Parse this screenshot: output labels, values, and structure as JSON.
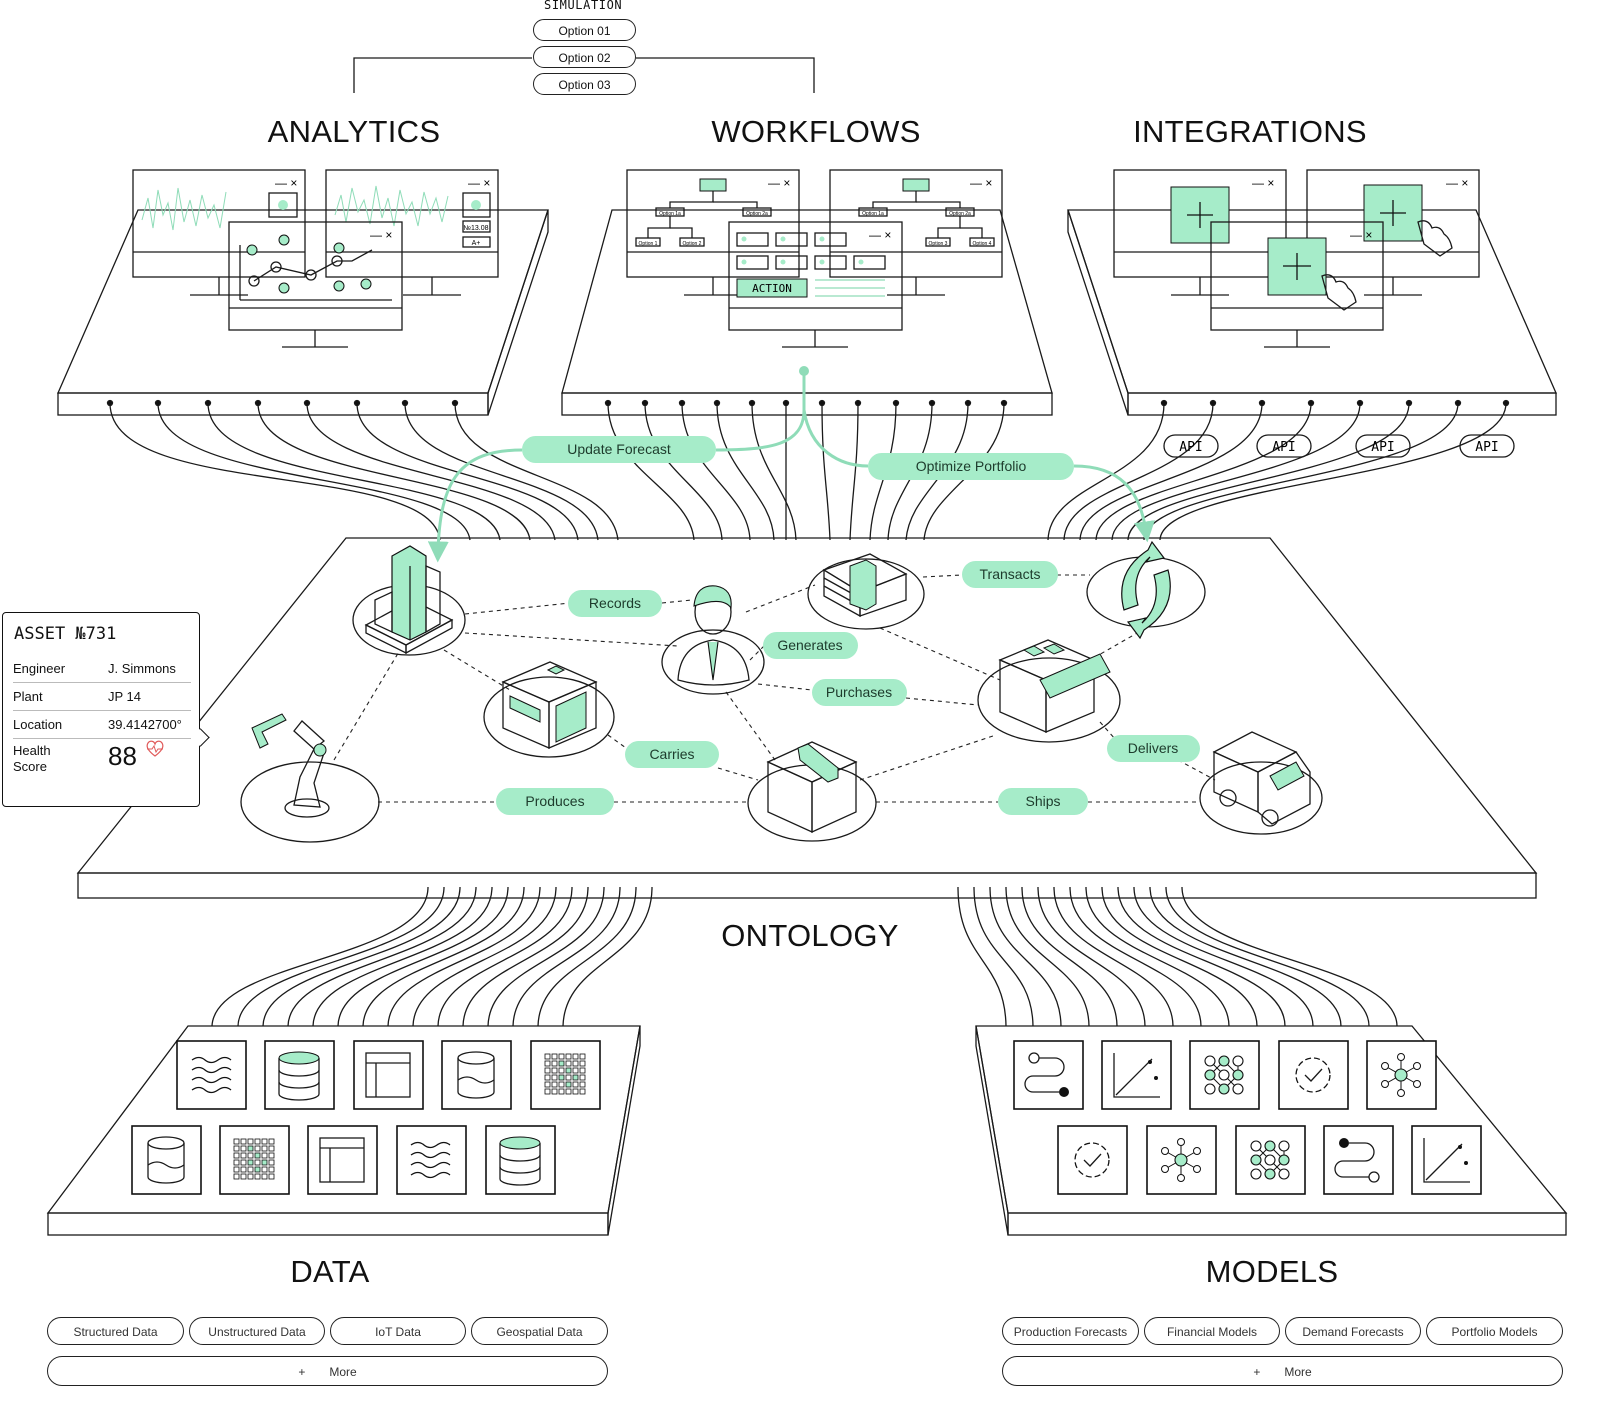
{
  "simulation": {
    "label": "SIMULATION",
    "options": [
      "Option 01",
      "Option 02",
      "Option 03"
    ]
  },
  "layers": {
    "analytics": "ANALYTICS",
    "workflows": "WORKFLOWS",
    "integrations": "INTEGRATIONS",
    "ontology": "ONTOLOGY",
    "data": "DATA",
    "models": "MODELS"
  },
  "analytics_widgets": {
    "price": "№13.08",
    "sort": "A+"
  },
  "workflows_widgets": {
    "action": "ACTION",
    "options": [
      "Option 1a",
      "Option 2a",
      "Option 1",
      "Option 2",
      "Option 3",
      "Option 4"
    ]
  },
  "flows": {
    "update_forecast": "Update Forecast",
    "optimize_portfolio": "Optimize Portfolio"
  },
  "api_labels": [
    "API",
    "API",
    "API",
    "API"
  ],
  "relations": {
    "records": "Records",
    "generates": "Generates",
    "transacts": "Transacts",
    "purchases": "Purchases",
    "carries": "Carries",
    "delivers": "Delivers",
    "produces": "Produces",
    "ships": "Ships"
  },
  "asset_card": {
    "title": "ASSET №731",
    "rows": [
      {
        "key": "Engineer",
        "value": "J. Simmons"
      },
      {
        "key": "Plant",
        "value": "JP 14"
      },
      {
        "key": "Location",
        "value": "39.4142700°"
      }
    ],
    "health_label": "Health Score",
    "health_value": "88"
  },
  "data_sources": [
    "Structured Data",
    "Unstructured Data",
    "IoT Data",
    "Geospatial Data"
  ],
  "model_types": [
    "Production Forecasts",
    "Financial Models",
    "Demand Forecasts",
    "Portfolio Models"
  ],
  "more": {
    "plus": "+",
    "label": "More"
  },
  "colors": {
    "accent": "#a6ecc9",
    "ink": "#111111",
    "alert": "#e05a5a"
  }
}
